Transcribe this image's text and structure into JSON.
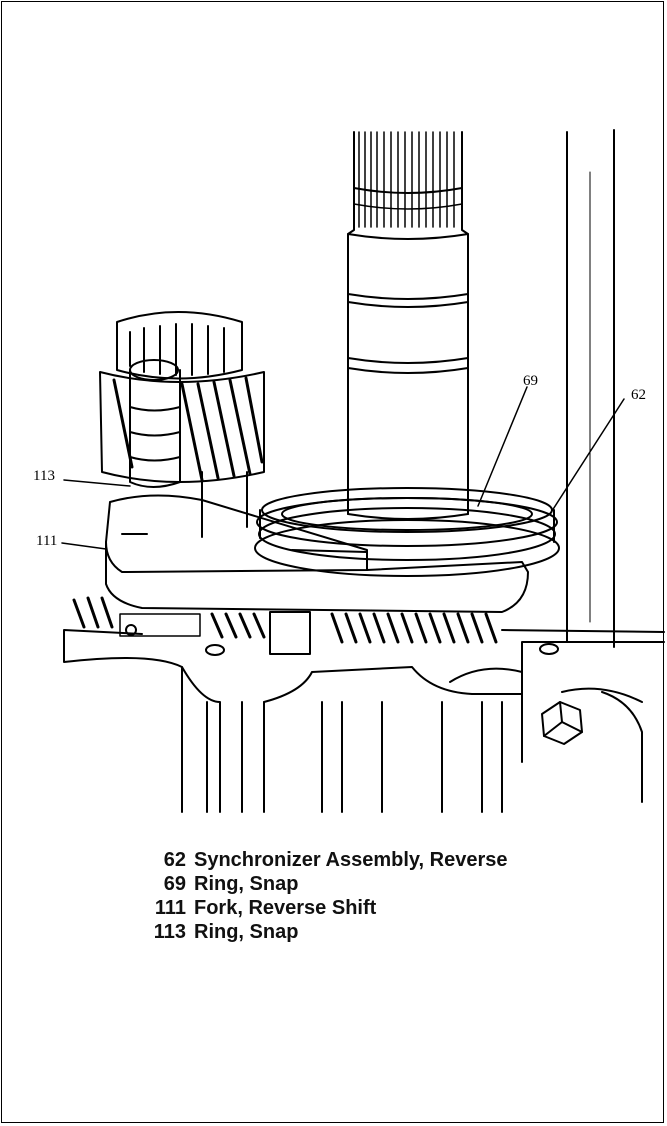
{
  "callouts": {
    "c69": "69",
    "c62": "62",
    "c113": "113",
    "c111": "111"
  },
  "legend": [
    {
      "num": "62",
      "text": "Synchronizer Assembly, Reverse"
    },
    {
      "num": "69",
      "text": "Ring, Snap"
    },
    {
      "num": "111",
      "text": "Fork, Reverse Shift"
    },
    {
      "num": "113",
      "text": "Ring, Snap"
    }
  ]
}
